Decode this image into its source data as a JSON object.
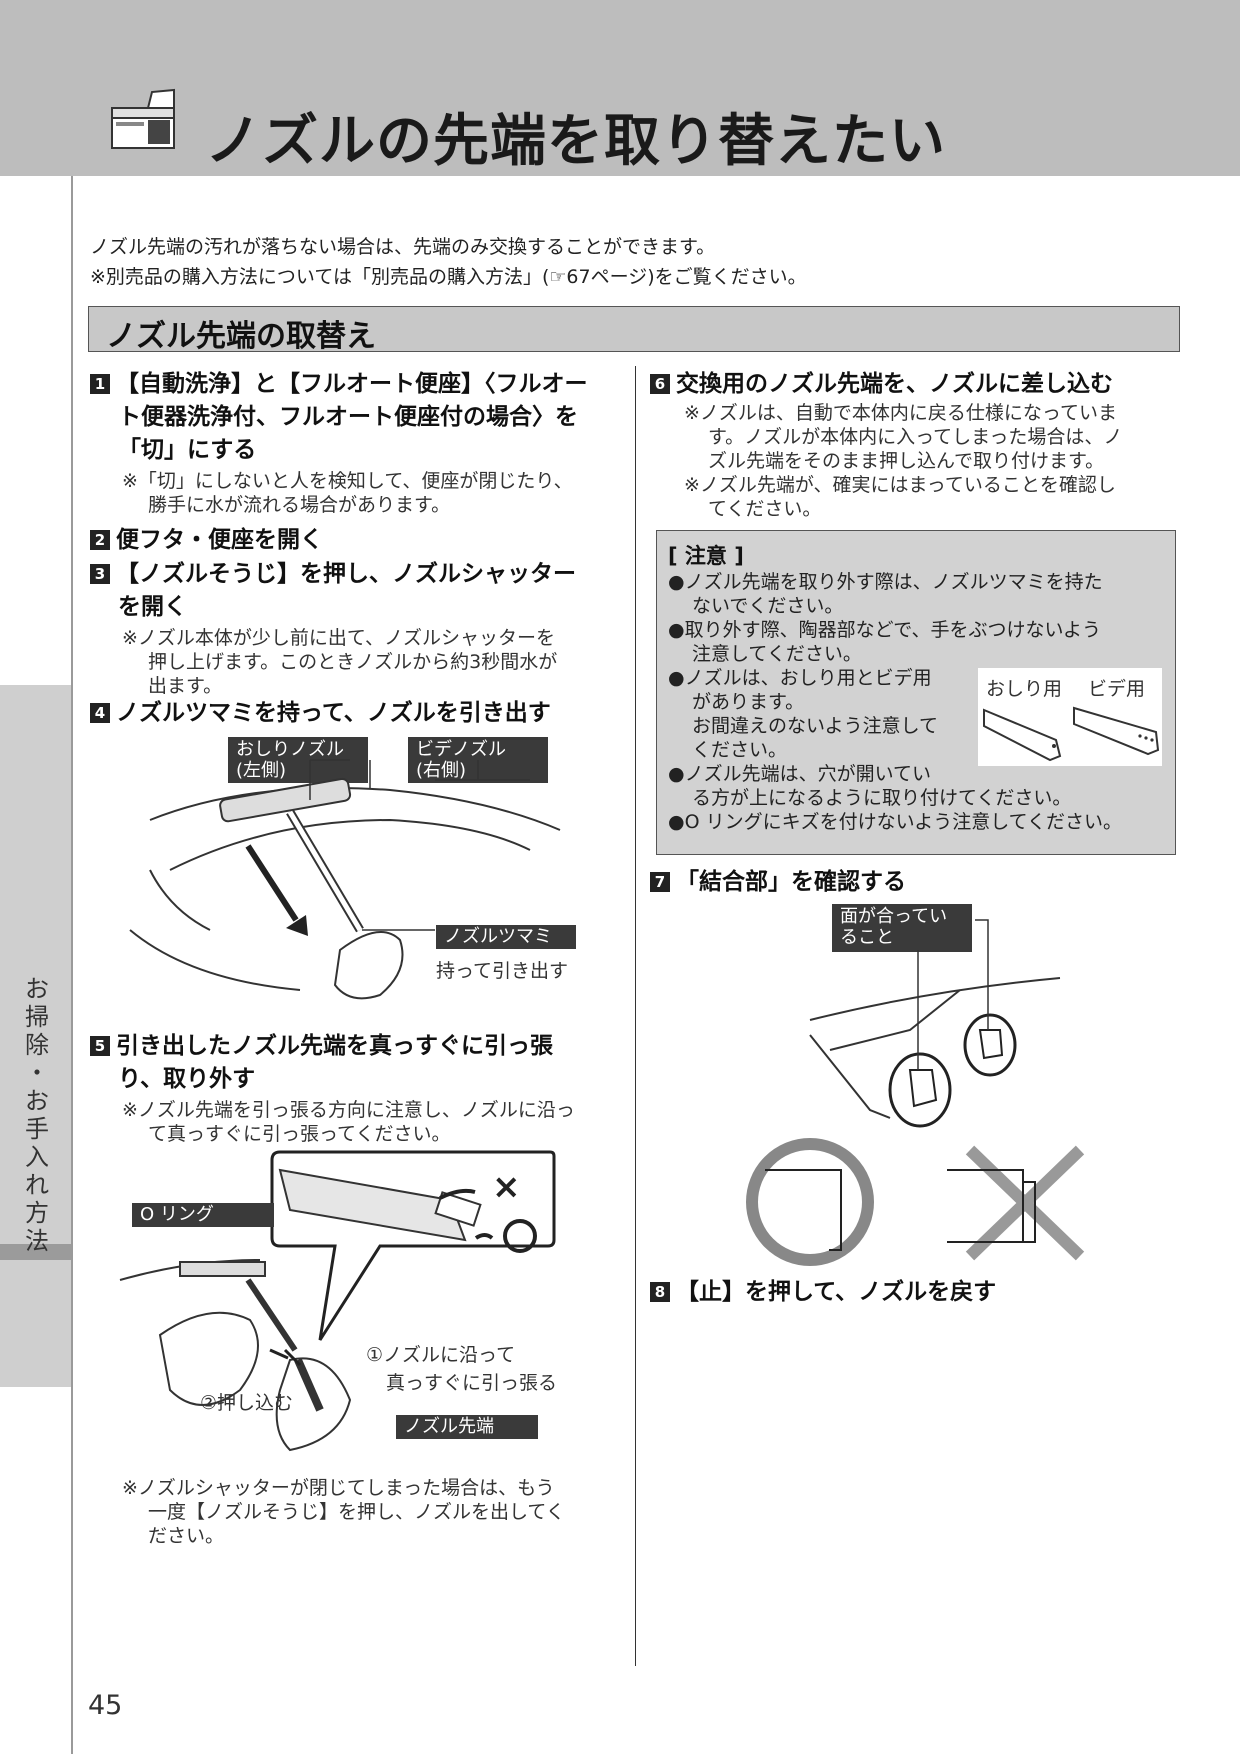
{
  "page_title": "ノズルの先端を取り替えたい",
  "side_tab_label": [
    "お",
    "掃",
    "除",
    "・",
    "お",
    "手",
    "入",
    "れ",
    "方",
    "法"
  ],
  "intro": [
    "ノズル先端の汚れが落ちない場合は、先端のみ交換することができます。",
    "※別売品の購入方法については「別売品の購入方法」(☞67ページ)をご覧ください。"
  ],
  "section_title": "ノズル先端の取替え",
  "steps": {
    "s1": {
      "num": "1",
      "lines": [
        "【自動洗浄】と【フルオート便座】〈フルオー",
        "ト便器洗浄付、フルオート便座付の場合〉を",
        "「切」にする"
      ],
      "notes": [
        "※「切」にしないと人を検知して、便座が閉じたり、",
        "勝手に水が流れる場合があります。"
      ]
    },
    "s2": {
      "num": "2",
      "lines": [
        "便フタ・便座を開く"
      ]
    },
    "s3": {
      "num": "3",
      "lines": [
        "【ノズルそうじ】を押し、ノズルシャッター",
        "を開く"
      ],
      "notes": [
        "※ノズル本体が少し前に出て、ノズルシャッターを",
        "押し上げます。このときノズルから約3秒間水が",
        "出ます。"
      ]
    },
    "s4": {
      "num": "4",
      "lines": [
        "ノズルツマミを持って、ノズルを引き出す"
      ]
    },
    "s5": {
      "num": "5",
      "lines": [
        "引き出したノズル先端を真っすぐに引っ張",
        "り、取り外す"
      ],
      "notes": [
        "※ノズル先端を引っ張る方向に注意し、ノズルに沿っ",
        "て真っすぐに引っ張ってください。"
      ]
    },
    "s5_after_notes": [
      "※ノズルシャッターが閉じてしまった場合は、もう",
      "一度【ノズルそうじ】を押し、ノズルを出してく",
      "ださい。"
    ],
    "s6": {
      "num": "6",
      "lines": [
        "交換用のノズル先端を、ノズルに差し込む"
      ],
      "notes": [
        "※ノズルは、自動で本体内に戻る仕様になっていま",
        "す。ノズルが本体内に入ってしまった場合は、ノ",
        "ズル先端をそのまま押し込んで取り付けます。",
        "※ノズル先端が、確実にはまっていることを確認し",
        "てください。"
      ]
    },
    "s7": {
      "num": "7",
      "lines": [
        "「結合部」を確認する"
      ]
    },
    "s8": {
      "num": "8",
      "lines": [
        "【止】を押して、ノズルを戻す"
      ]
    }
  },
  "fig4": {
    "label_oshiri": [
      "おしりノズル",
      "(左側)"
    ],
    "label_bide": [
      "ビデノズル",
      "(右側)"
    ],
    "label_tsumami": "ノズルツマミ",
    "caption": "持って引き出す"
  },
  "fig5": {
    "label_oring": "O リング",
    "label_tip": "ノズル先端",
    "callout1": [
      "①ノズルに沿って",
      "真っすぐに引っ張る"
    ],
    "callout2": "②押し込む"
  },
  "caution": {
    "heading": "[ 注意 ]",
    "lines": [
      "●ノズル先端を取り外す際は、ノズルツマミを持た",
      "ないでください。",
      "●取り外す際、陶器部などで、手をぶつけないよう",
      "注意してください。",
      "●ノズルは、おしり用とビデ用",
      "があります。",
      "お間違えのないよう注意して",
      "ください。",
      "●ノズル先端は、穴が開いてい",
      "る方が上になるように取り付けてください。",
      "●O リングにキズを付けないよう注意してください。"
    ],
    "fig_label_oshiri": "おしり用",
    "fig_label_bide": "ビデ用"
  },
  "fig7": {
    "label": [
      "面が合ってい",
      "ること"
    ],
    "ok_symbol": "○",
    "ng_symbol": "×"
  },
  "page_number": "45",
  "colors": {
    "header_band": "#bdbdbd",
    "side_tab": "#cfcfcf",
    "label_box": "#3a3a3a",
    "caution_bg": "#d2d2d2"
  }
}
